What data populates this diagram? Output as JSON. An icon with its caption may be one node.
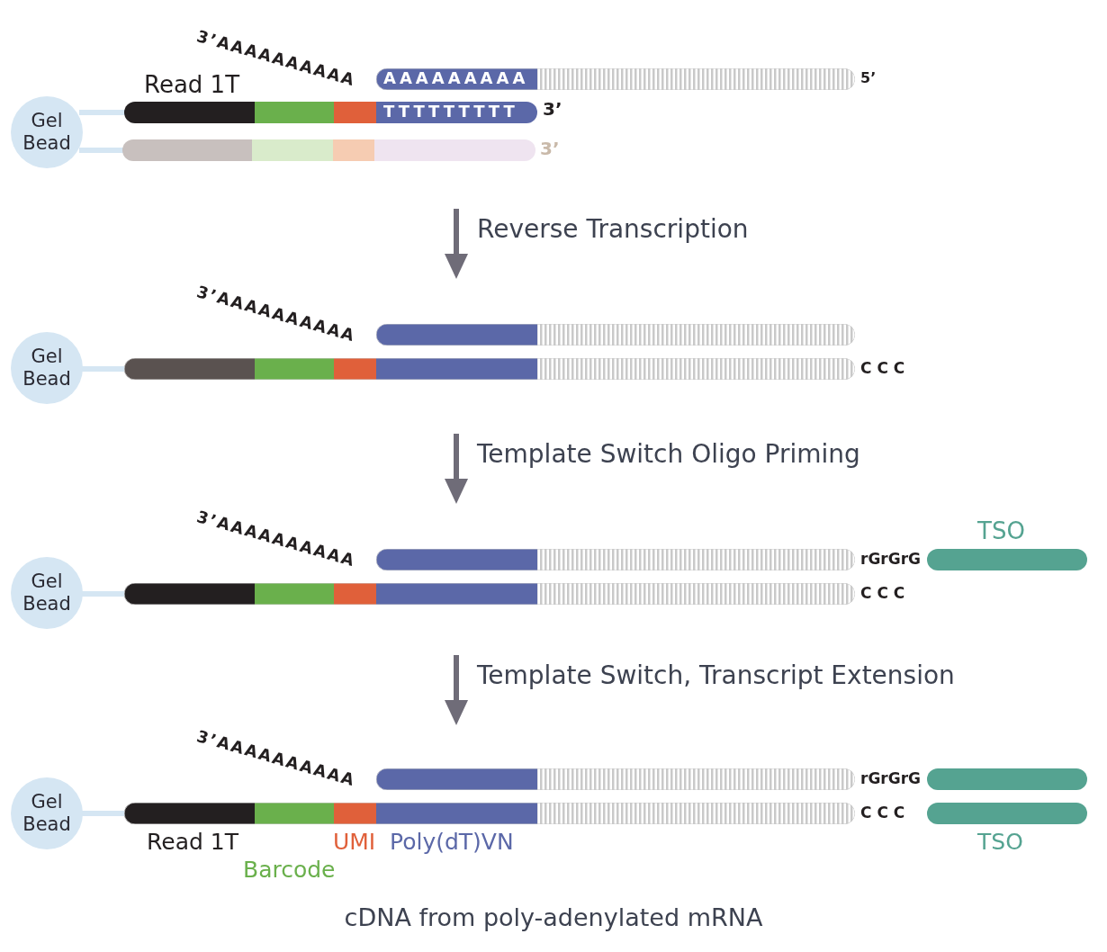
{
  "diagram": {
    "caption": "cDNA from poly-adenylated mRNA",
    "nodes": [
      {
        "text": [
          "Gel Bead"
        ]
      },
      {
        "text": [
          "Gel Bead"
        ]
      },
      {
        "text": [
          "Gel Bead"
        ]
      },
      {
        "text": [
          "Gel Bead"
        ]
      }
    ],
    "labels": [
      "3’AAAAAAAAAA",
      "Read 1T",
      "AAAAAAAAA",
      "5’",
      "TTTTTTTTT",
      "3’",
      "3’",
      "Reverse Transcription",
      "3’AAAAAAAAAA",
      "C C C",
      "Template Switch Oligo Priming",
      "3’AAAAAAAAAA",
      "TSO",
      "rGrGrG",
      "C C C",
      "Template Switch, Transcript Extension",
      "3’AAAAAAAAAA",
      "rGrGrG",
      "C C C",
      "Read 1T",
      "Barcode",
      "UMI",
      "Poly(dT)VN",
      "TSO"
    ]
  }
}
